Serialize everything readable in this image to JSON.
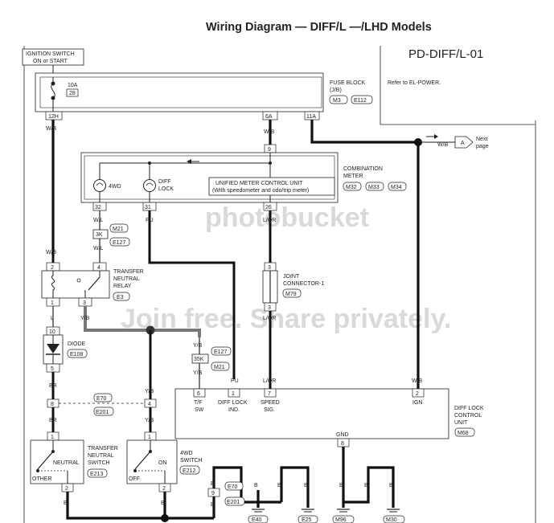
{
  "header": {
    "title": "Wiring Diagram — DIFF/L —/LHD Models",
    "code": "PD-DIFF/L-01"
  },
  "watermark": {
    "top": "photobucket",
    "mid": "Join free. Share privately."
  },
  "ignition": {
    "line1": "IGNITION SWITCH",
    "line2": "ON or START"
  },
  "fuse": {
    "amp": "10A",
    "num": "28",
    "label1": "FUSE BLOCK",
    "label2": "(J/B)",
    "conn1": "M3",
    "conn2": "E112",
    "ref": "Refer to EL-POWER.",
    "pin_left": "12H",
    "pin_mid": "6A",
    "pin_right": "11A"
  },
  "next_page": {
    "wire": "W/B",
    "letter": "A",
    "line1": "Next",
    "line2": "page"
  },
  "meter": {
    "label1": "COMBINATION",
    "label2": "METER",
    "conn1": "M32",
    "conn2": "M33",
    "conn3": "M34",
    "lamp1": "4WD",
    "lamp2a": "DIFF",
    "lamp2b": "LOCK",
    "unit1": "UNIFIED METER CONTROL UNIT",
    "unit2": "(With speedometer and odo/trip meter)",
    "pin_top": "9",
    "pin1": "32",
    "pin2": "31",
    "pin3": "26"
  },
  "wires": {
    "wb": "W/B",
    "wl": "W/L",
    "pu": "PU",
    "lor": "L/OR",
    "yb": "Y/B",
    "l": "L",
    "br": "BR",
    "b": "B"
  },
  "conn_3k": {
    "num": "3K",
    "c1": "M21",
    "c2": "E127"
  },
  "conn_35k": {
    "num": "35K",
    "c1": "E127",
    "c2": "M21"
  },
  "relay": {
    "label1": "TRANSFER",
    "label2": "NEUTRAL",
    "label3": "RELAY",
    "conn": "E3",
    "p2": "2",
    "p4": "4",
    "p1": "1",
    "p3": "3"
  },
  "joint": {
    "label1": "JOINT",
    "label2": "CONNECTOR-1",
    "conn": "M79",
    "p_top": "3",
    "p_bot": "3"
  },
  "diode": {
    "label": "DIODE",
    "conn": "E108",
    "p_top": "10",
    "p_bot": "5"
  },
  "relay_conn": {
    "c1": "E70",
    "c2": "E201",
    "p_left": "8",
    "p_right": "4"
  },
  "tns": {
    "label1": "TRANSFER",
    "label2": "NEUTRAL",
    "label3": "SWITCH",
    "conn": "E213",
    "state1": "NEUTRAL",
    "state2": "OTHER",
    "p_top": "1",
    "p_bot": "2"
  },
  "sw4wd": {
    "label1": "4WD",
    "label2": "SWITCH",
    "conn": "E212",
    "state1": "ON",
    "state2": "OFF",
    "p_top": "1",
    "p_bot": "2"
  },
  "ecu": {
    "label1": "DIFF LOCK",
    "label2": "CONTROL",
    "label3": "UNIT",
    "conn": "M68",
    "p6": "6",
    "p6a": "T/F",
    "p6b": "SW",
    "p1": "1",
    "p1a": "DIFF LOCK",
    "p1b": "IND.",
    "p7": "7",
    "p7a": "SPEED",
    "p7b": "SIG.",
    "p2": "2",
    "p2a": "IGN",
    "gnd": "GND",
    "p8": "8"
  },
  "ground": {
    "c1": "E70",
    "c2": "E201",
    "pin": "9",
    "g1": "E40",
    "g2": "E25",
    "g3": "M96",
    "g4": "M30"
  }
}
